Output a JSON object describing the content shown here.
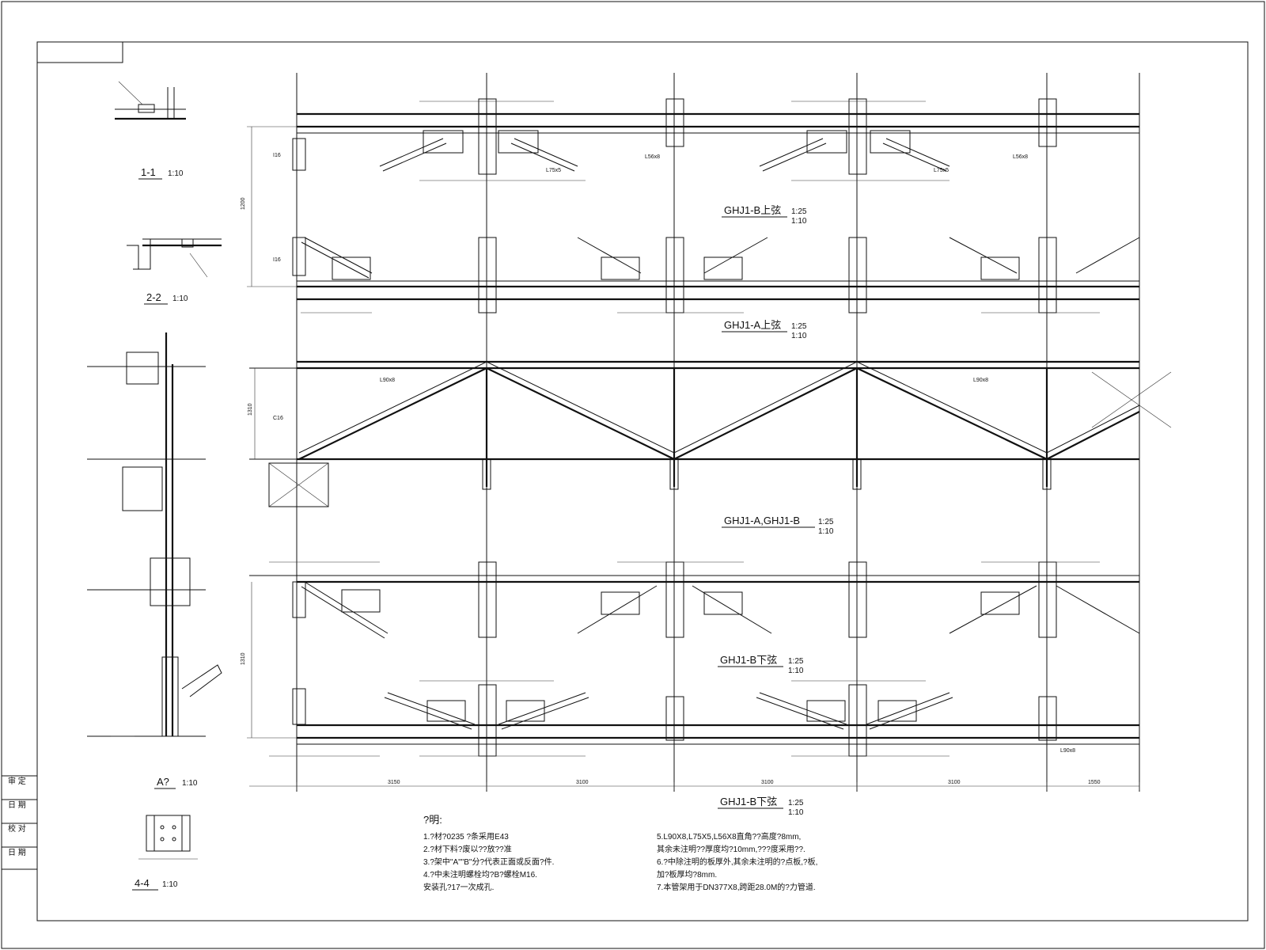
{
  "frame": {
    "side_labels": [
      "审 定",
      "日 期",
      "校 对",
      "日 期"
    ]
  },
  "views": {
    "ghj1_b_top": {
      "title": "GHJ1-B上弦",
      "scale": "1:25",
      "scale2": "1:10"
    },
    "ghj1_a_top": {
      "title": "GHJ1-A上弦",
      "scale": "1:25",
      "scale2": "1:10"
    },
    "ghj1_ab": {
      "title": "GHJ1-A,GHJ1-B",
      "scale": "1:25",
      "scale2": "1:10"
    },
    "ghj1_b_bot": {
      "title": "GHJ1-B下弦",
      "scale": "1:25",
      "scale2": "1:10"
    },
    "ghj1_b_bot2": {
      "title": "GHJ1-B下弦",
      "scale": "1:25",
      "scale2": "1:10"
    }
  },
  "sections": {
    "s11": {
      "title": "1-1",
      "scale": "1:10"
    },
    "s22": {
      "title": "2-2",
      "scale": "1:10"
    },
    "sA": {
      "title": "A?",
      "scale": "1:10"
    },
    "s44": {
      "title": "4-4",
      "scale": "1:10"
    }
  },
  "bay_dims": [
    "3150",
    "3100",
    "3100",
    "3100",
    "1550"
  ],
  "height_dims": [
    "1200",
    "1310",
    "1310"
  ],
  "member_labels": {
    "chord": "L90x8",
    "diag": "L75x5",
    "vert": "L56x8",
    "post": "I16",
    "channel": "C16"
  },
  "notes": {
    "heading": "?明:",
    "left": [
      "1.?材?0235 ?条采用E43",
      "2.?材下料?废以??放??准",
      "3.?架中\"A\"\"B\"分?代表正面或反面?件.",
      "4.?中未注明螺栓均?B?螺栓M16.",
      "   安装孔?17一次成孔."
    ],
    "right": [
      "5.L90X8,L75X5,L56X8直角??高度?8mm,",
      "其余未注明??厚度均?10mm,???度采用??.",
      "6.?中除注明的板厚外,其余未注明的?点板,?板,",
      "加?板厚均?8mm.",
      "7.本管架用于DN377X8,跨距28.0M的?力管道."
    ]
  }
}
